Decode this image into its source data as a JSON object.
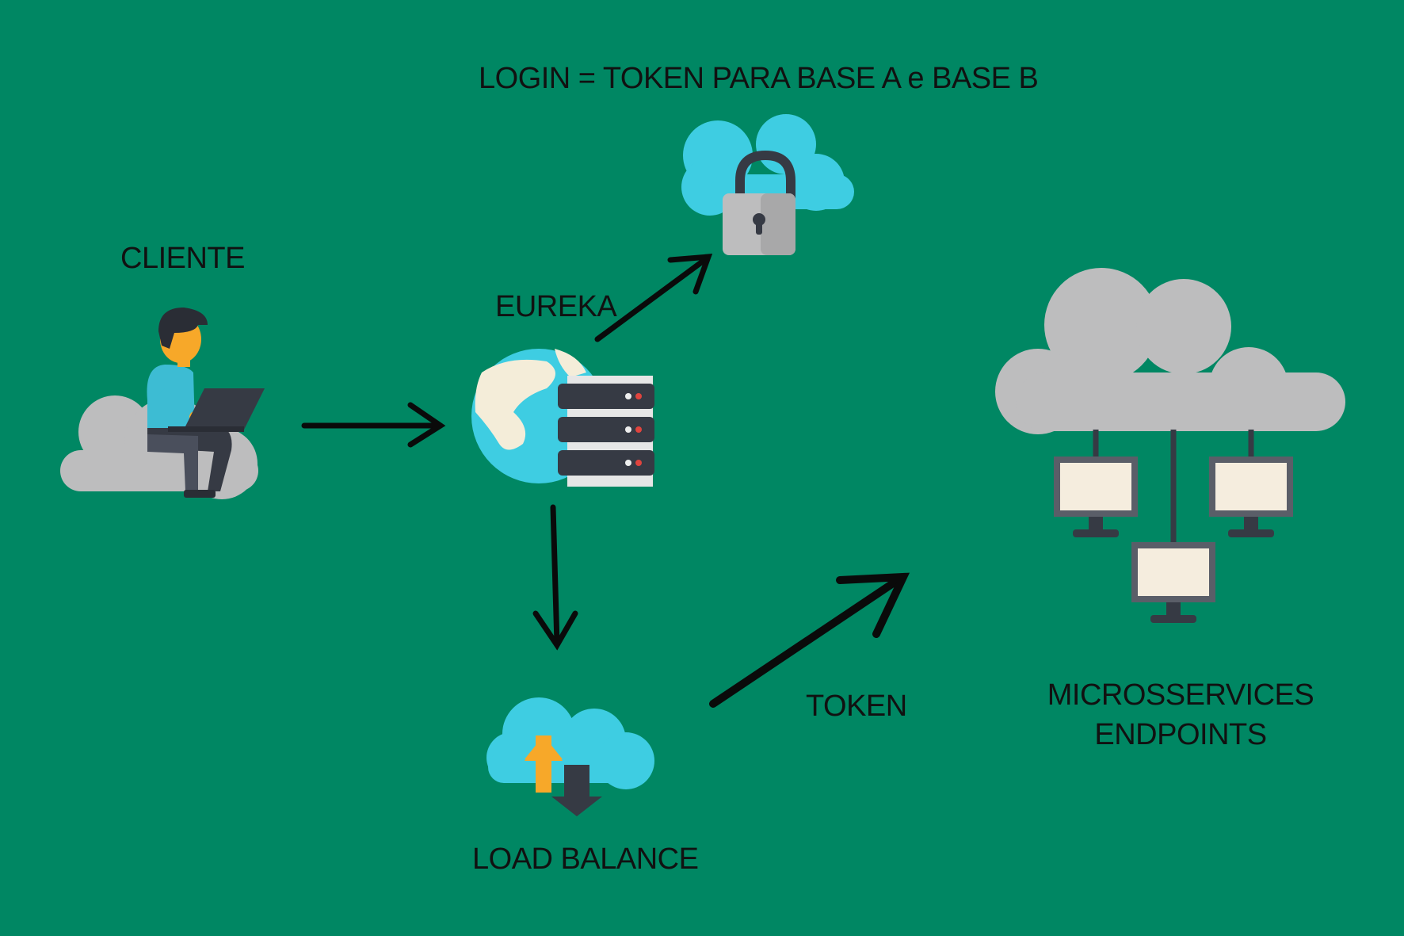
{
  "diagram": {
    "title": "LOGIN = TOKEN PARA BASE A e BASE B",
    "nodes": {
      "client": {
        "label": "CLIENTE",
        "icon": "user-laptop-on-cloud-icon"
      },
      "eureka": {
        "label": "EUREKA",
        "icon": "globe-server-icon"
      },
      "auth": {
        "label": "",
        "icon": "cloud-lock-icon"
      },
      "load_balance": {
        "label": "LOAD BALANCE",
        "icon": "cloud-transfer-icon"
      },
      "microservices": {
        "label_line1": "MICROSSERVICES",
        "label_line2": "ENDPOINTS",
        "icon": "cloud-network-monitors-icon"
      }
    },
    "edges": [
      {
        "from": "client",
        "to": "eureka",
        "label": ""
      },
      {
        "from": "eureka",
        "to": "auth",
        "label": ""
      },
      {
        "from": "eureka",
        "to": "load_balance",
        "label": ""
      },
      {
        "from": "load_balance",
        "to": "microservices",
        "label": "TOKEN"
      }
    ]
  },
  "colors": {
    "background": "#008763",
    "cloud_blue": "#3ECDE2",
    "cloud_gray": "#BDBDBE",
    "server_dark": "#363A44",
    "globe_land": "#F4EDD9",
    "arrow": "#0A0A0A",
    "arrow_up": "#F7A829",
    "monitor_screen": "#F5EDDE"
  }
}
